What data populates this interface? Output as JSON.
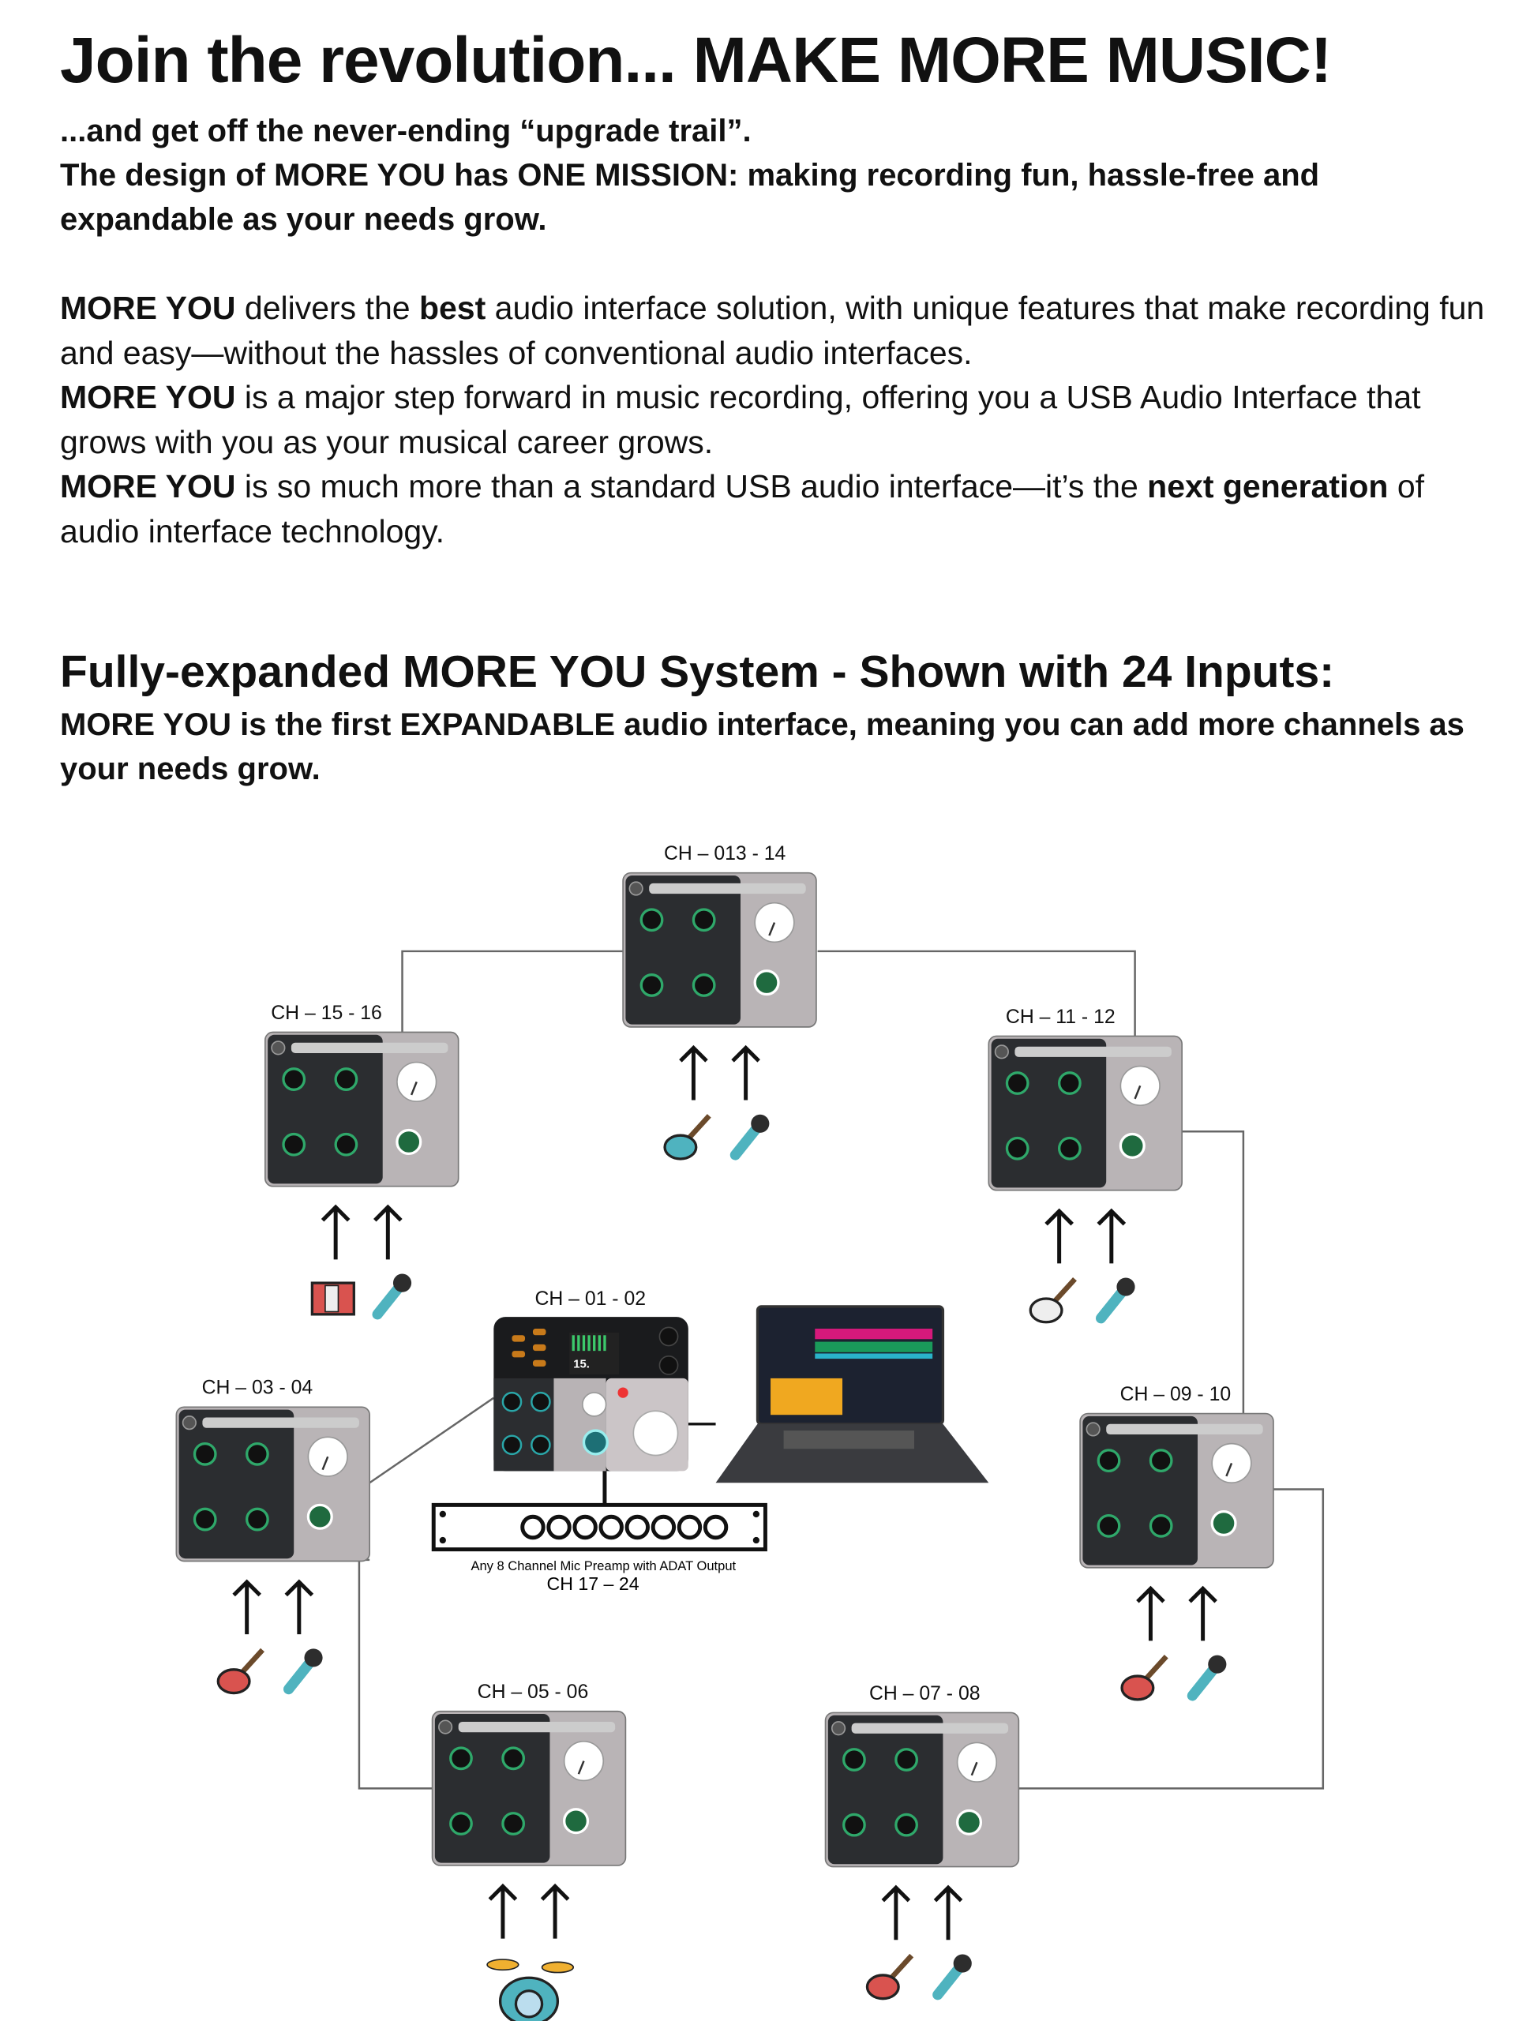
{
  "header": {
    "title": "Join the revolution... MAKE MORE MUSIC!",
    "subtitle_lines": [
      "...and get off the never-ending “upgrade trail”.",
      "The design of MORE YOU has ONE MISSION: making recording fun, hassle-free and expandable as your needs grow."
    ]
  },
  "intro": [
    {
      "bold": "MORE YOU",
      "text1": " delivers the ",
      "bold2": "best",
      "text2": " audio interface solution, with unique features that make recording fun and easy—without the hassles of conventional audio interfaces."
    },
    {
      "bold": "MORE YOU",
      "text1": " is a major step forward in music recording, offering you a USB Audio Interface that grows with you as your musical career grows.",
      "bold2": "",
      "text2": ""
    },
    {
      "bold": "MORE YOU",
      "text1": " is so much more than a standard USB audio interface—it’s the ",
      "bold2": "next generation",
      "text2": " of audio interface technology."
    }
  ],
  "section": {
    "heading": "Fully-expanded MORE YOU System - Shown with 24 Inputs:",
    "subheading": "MORE YOU is the first EXPANDABLE audio interface, meaning you can add more channels as your needs grow."
  },
  "diagram": {
    "main_unit": {
      "label": "CH – 01 - 02",
      "display_value": "15."
    },
    "expansion_units": [
      {
        "label": "CH – 013 - 14",
        "instruments": [
          "electric-guitar-icon",
          "microphone-icon"
        ]
      },
      {
        "label": "CH – 15 - 16",
        "instruments": [
          "accordion-icon",
          "microphone-icon"
        ]
      },
      {
        "label": "CH – 11 - 12",
        "instruments": [
          "banjo-icon",
          "microphone-icon"
        ]
      },
      {
        "label": "CH – 03 - 04",
        "instruments": [
          "mandolin-icon",
          "microphone-icon"
        ]
      },
      {
        "label": "CH – 09 - 10",
        "instruments": [
          "electric-guitar-icon",
          "microphone-icon"
        ]
      },
      {
        "label": "CH – 05 - 06",
        "instruments": [
          "drum-kit-icon"
        ]
      },
      {
        "label": "CH – 07 - 08",
        "instruments": [
          "violin-icon",
          "microphone-icon"
        ]
      }
    ],
    "preamp": {
      "caption": "Any 8 Channel Mic Preamp with ADAT Output",
      "channels": "CH 17 – 24"
    },
    "colors": {
      "device_dark": "#2b2d30",
      "device_light": "#b9b4b6",
      "knob_ring": "#2fa86a",
      "instrument_teal": "#4fb3bf",
      "instrument_red": "#d9534f"
    }
  }
}
